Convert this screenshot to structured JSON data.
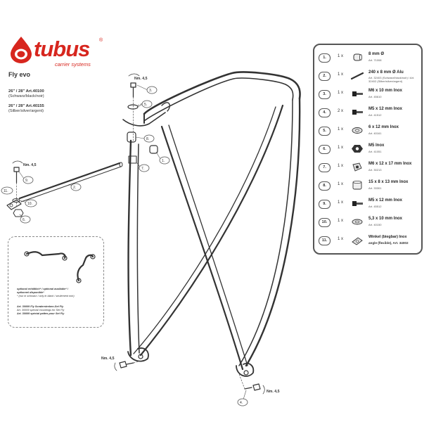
{
  "brand": {
    "name": "tubus",
    "registered": "®",
    "tagline": "carrier systems",
    "color": "#d7261e"
  },
  "product": {
    "model": "Fly evo",
    "variants": [
      {
        "size": "26\" / 28\" Art.40100",
        "color_note": "(Schwarz/black/noir)"
      },
      {
        "size": "26\" / 28\" Art.40155",
        "color_note": "(Silber/silver/argent)"
      }
    ]
  },
  "torque_labels": {
    "top_screw": "Nm. 4,5",
    "left_strut": "Nm. 4,5",
    "bottom_left": "Nm. 4,5",
    "bottom_right": "Nm. 4,5"
  },
  "callouts": [
    "1.",
    "2.",
    "3.",
    "4.",
    "5.",
    "6.",
    "7.",
    "8.",
    "9.",
    "10.",
    "11."
  ],
  "parts": [
    {
      "num": "1.",
      "qty": "1 x",
      "icon": "spacer-icon",
      "name": "8 mm Ø",
      "art": "Art. 71008"
    },
    {
      "num": "2.",
      "qty": "1 x",
      "icon": "rod-icon",
      "name": "240 x 8 mm Ø Alu",
      "art": "Art. 32403 (Schwarz/black/noir) / Art. 32402 (Silber/silver/argent)"
    },
    {
      "num": "3.",
      "qty": "1 x",
      "icon": "bolt-icon",
      "name": "M6 x 10 mm Inox",
      "art": "Art. 45610"
    },
    {
      "num": "4.",
      "qty": "2 x",
      "icon": "bolt-icon",
      "name": "M5 x 12 mm Inox",
      "art": "Art. 41512"
    },
    {
      "num": "5.",
      "qty": "1 x",
      "icon": "washer-icon",
      "name": "6 x 12 mm Inox",
      "art": "Art. 40161"
    },
    {
      "num": "6.",
      "qty": "1 x",
      "icon": "nut-icon",
      "name": "M5 Inox",
      "art": "Art. 41051"
    },
    {
      "num": "7.",
      "qty": "1 x",
      "icon": "clamp-icon",
      "name": "M6 x 12 x 17 mm Inox",
      "art": "Art. 30213"
    },
    {
      "num": "8.",
      "qty": "1 x",
      "icon": "sleeve-icon",
      "name": "15 x 8 x 13 mm Inox",
      "art": "Art. 33301"
    },
    {
      "num": "9.",
      "qty": "1 x",
      "icon": "bolt-icon",
      "name": "M5 x 12 mm Inox",
      "art": "Art. 45512"
    },
    {
      "num": "10.",
      "qty": "1 x",
      "icon": "washer-icon",
      "name": "5,3 x 10 mm Inox",
      "art": "Art. 40150"
    },
    {
      "num": "11.",
      "qty": "1 x",
      "icon": "angle-bracket-icon",
      "name": "Winkel (biegbar) Inox",
      "name2": "angle (flexible), Art. 34002",
      "art": ""
    }
  ],
  "optional_box": {
    "line1": "optional erhältlich* / optional available* /",
    "line2": "optionnel disponible*",
    "line3": "* (nur in schwarz / only in black / seulement noir)",
    "line4": "Art. 30009 Fly Sonderstreben-Set Fly",
    "line5": "Art. 30009 special mountings for Set Fly",
    "line6": "Art. 30009 spécial pattes pour Set Fly"
  }
}
